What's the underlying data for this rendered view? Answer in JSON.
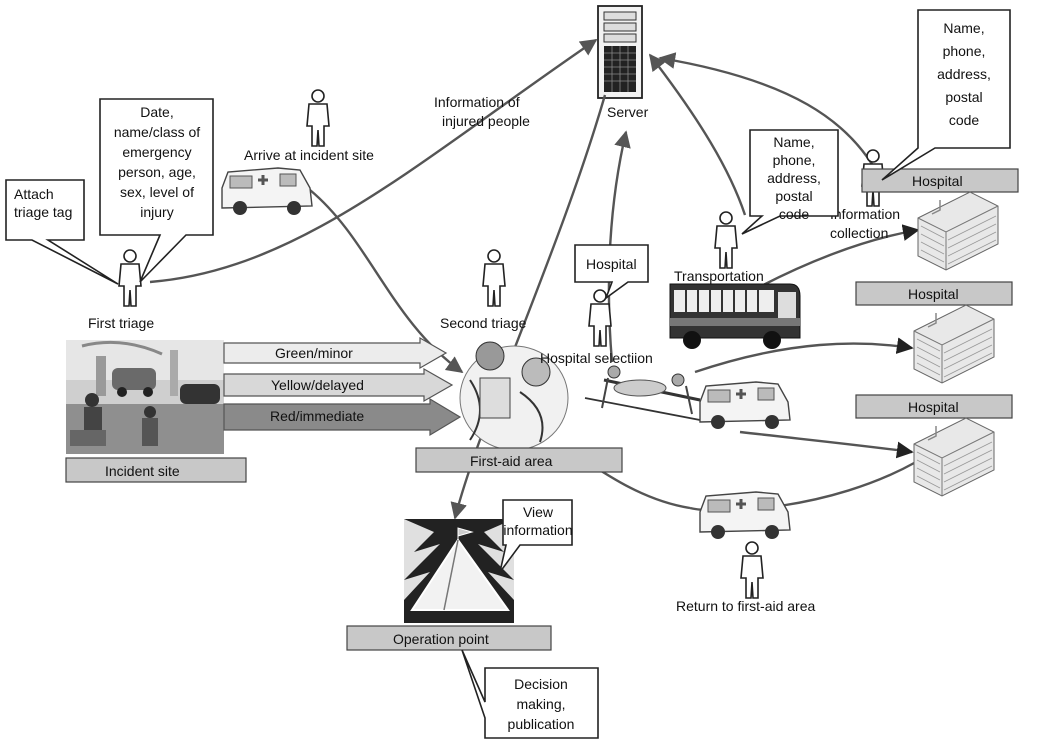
{
  "labels": {
    "server": "Server",
    "first_triage": "First triage",
    "second_triage": "Second triage",
    "arrive": "Arrive at incident site",
    "info_injured": [
      "Information of",
      "injured people"
    ],
    "transportation": "Transportation",
    "hospital_selection": "Hospital selectiion",
    "info_collection": [
      "Information",
      "collection"
    ],
    "return": "Return to first-aid area"
  },
  "boxes": {
    "incident_site": "Incident site",
    "first_aid_area": "First-aid area",
    "operation_point": "Operation point",
    "hospital_1": "Hospital",
    "hospital_2": "Hospital",
    "hospital_3": "Hospital"
  },
  "triage_arrows": {
    "green": "Green/minor",
    "yellow": "Yellow/delayed",
    "red": "Red/immediate"
  },
  "callouts": {
    "attach": [
      "Attach",
      "triage tag"
    ],
    "date": [
      "Date,",
      "name/class of",
      "emergency",
      "person, age,",
      "sex, level of",
      "injury"
    ],
    "hospital": [
      "Hospital"
    ],
    "name_mid": [
      "Name,",
      "phone,",
      "address,",
      "postal",
      "code"
    ],
    "name_right": [
      "Name,",
      "phone,",
      "address,",
      "postal",
      "code"
    ],
    "view_info": [
      "View",
      "information"
    ],
    "decision": [
      "Decision",
      "making,",
      "publication"
    ]
  }
}
